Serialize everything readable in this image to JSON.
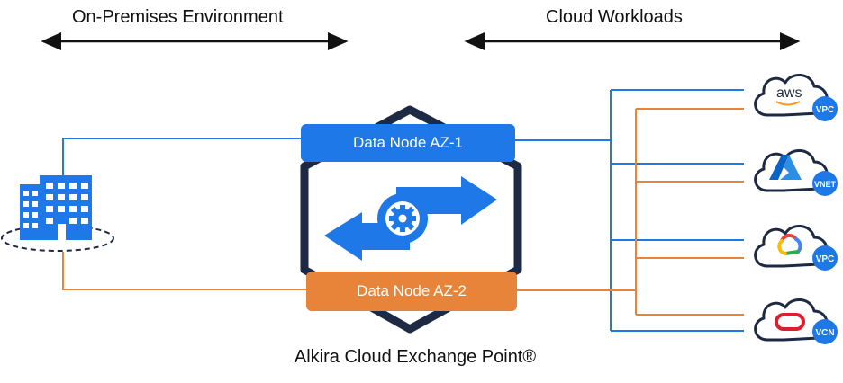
{
  "header": {
    "left_label": "On-Premises Environment",
    "right_label": "Cloud Workloads"
  },
  "exchange": {
    "node_top": "Data Node AZ-1",
    "node_bottom": "Data Node AZ-2",
    "caption": "Alkira Cloud Exchange Point®"
  },
  "clouds": [
    {
      "provider": "aws-icon",
      "logo_text": "aws",
      "badge": "VPC"
    },
    {
      "provider": "azure-icon",
      "badge": "VNET"
    },
    {
      "provider": "google-cloud-icon",
      "badge": "VPC"
    },
    {
      "provider": "oracle-cloud-icon",
      "badge": "VCN"
    }
  ],
  "colors": {
    "blue": "#1f78e8",
    "orange": "#e8843a",
    "navy": "#1e2a44"
  }
}
